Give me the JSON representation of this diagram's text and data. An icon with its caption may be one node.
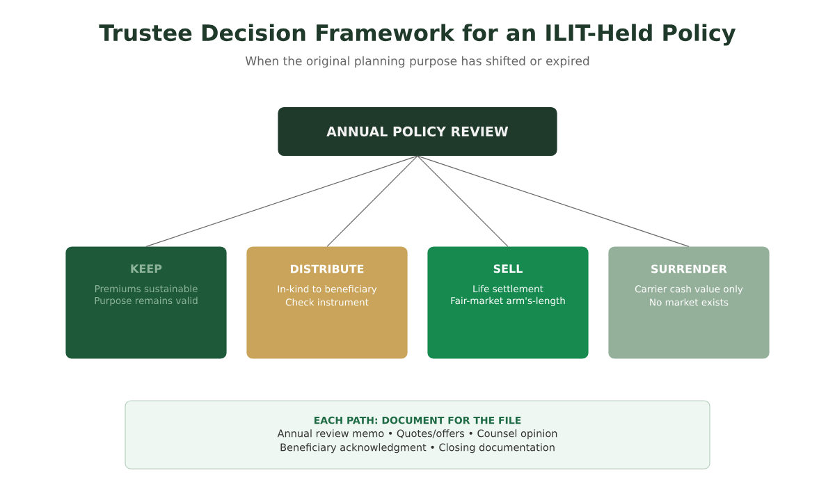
{
  "diagram": {
    "title": "Trustee Decision Framework for an ILIT-Held Policy",
    "caption": "When the original planning purpose has shifted or expired",
    "nodes": [
      {
        "text": [
          "ANNUAL POLICY REVIEW"
        ]
      },
      {
        "text": [
          "KEEP",
          "Premiums sustainable",
          "Purpose remains valid"
        ]
      },
      {
        "text": [
          "DISTRIBUTE",
          "In-kind to beneficiary",
          "Check instrument"
        ]
      },
      {
        "text": [
          "SELL",
          "Life settlement",
          "Fair-market arm's-length"
        ]
      },
      {
        "text": [
          "SURRENDER",
          "Carrier cash value only",
          "No market exists"
        ]
      },
      {
        "text": [
          "EACH PATH: DOCUMENT FOR THE FILE",
          "Annual review memo • Quotes/offers • Counsel opinion",
          "Beneficiary acknowledgment • Closing documentation"
        ]
      }
    ],
    "edges": [
      {
        "from": 0,
        "to": 1,
        "arrow": "none"
      },
      {
        "from": 0,
        "to": 2,
        "arrow": "none"
      },
      {
        "from": 0,
        "to": 3,
        "arrow": "none"
      },
      {
        "from": 0,
        "to": 4,
        "arrow": "none"
      }
    ]
  }
}
